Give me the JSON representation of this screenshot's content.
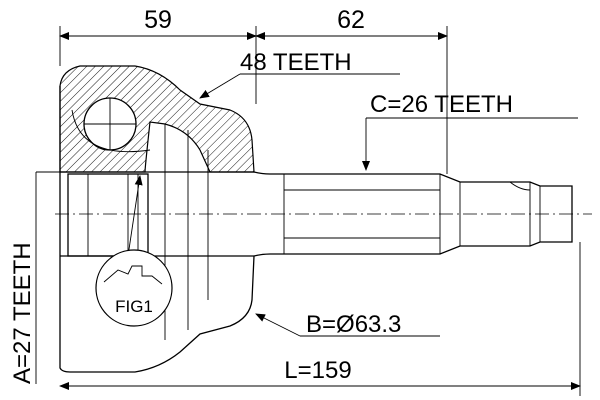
{
  "dimensions": {
    "top_left": "59",
    "top_right": "62",
    "length": "L=159",
    "outer_diameter": "B=Ø63.3"
  },
  "teeth": {
    "ring": "48 TEETH",
    "shaft": "C=26 TEETH",
    "inner": "A=27 TEETH"
  },
  "figure_label": "FIG1"
}
